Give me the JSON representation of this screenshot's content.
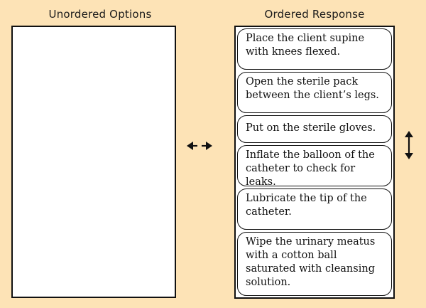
{
  "columns": {
    "left_title": "Unordered Options",
    "right_title": "Ordered Response"
  },
  "ordered_items": [
    {
      "lines": [
        "Place the client supine",
        "with knees flexed."
      ]
    },
    {
      "lines": [
        "Open the sterile pack",
        "between the client’s legs."
      ]
    },
    {
      "lines": [
        "Put on the sterile gloves."
      ]
    },
    {
      "lines": [
        "Inflate the balloon of the",
        "catheter to check for leaks."
      ]
    },
    {
      "lines": [
        "Lubricate the tip of the",
        "catheter."
      ]
    },
    {
      "lines": [
        "Wipe the urinary meatus",
        "with a cotton ball",
        "saturated with cleansing",
        "solution."
      ]
    }
  ],
  "icons": {
    "move_between": "double-arrow-horizontal-icon",
    "reorder": "double-arrow-vertical-icon"
  },
  "colors": {
    "background": "#fde3b6",
    "panel": "#ffffff",
    "border": "#111111"
  }
}
